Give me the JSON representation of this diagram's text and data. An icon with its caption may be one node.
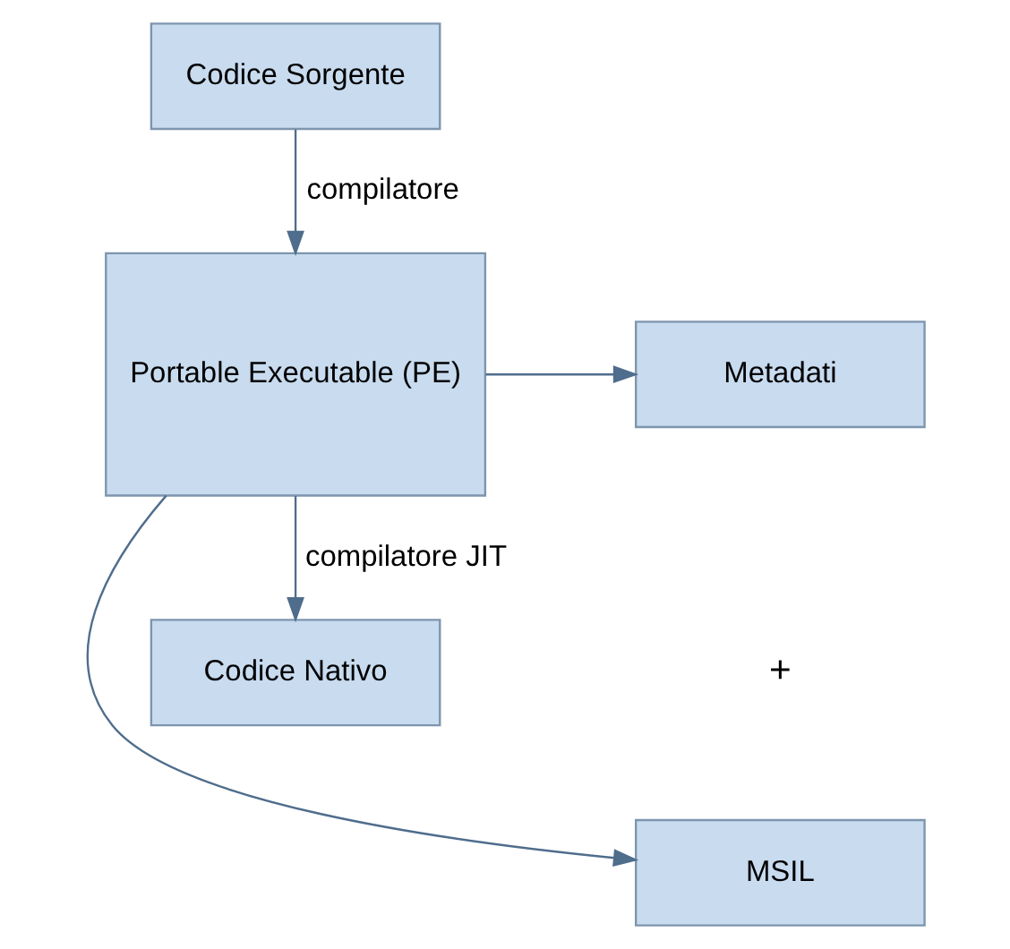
{
  "diagram": {
    "nodes": [
      {
        "text": [
          "Codice Sorgente"
        ]
      },
      {
        "text": [
          "Portable Executable (PE)"
        ]
      },
      {
        "text": [
          "Metadati"
        ]
      },
      {
        "text": [
          "MSIL"
        ]
      },
      {
        "text": [
          "Codice Nativo"
        ]
      }
    ],
    "edges": [
      {
        "from": 0,
        "to": 1,
        "arrow": "to",
        "label": "compilatore"
      },
      {
        "from": 1,
        "to": 2,
        "arrow": "to"
      },
      {
        "from": 1,
        "to": 3,
        "arrow": "to"
      },
      {
        "from": 1,
        "to": 4,
        "arrow": "to",
        "label": "compilatore JIT"
      }
    ],
    "labels": [
      "+"
    ]
  }
}
